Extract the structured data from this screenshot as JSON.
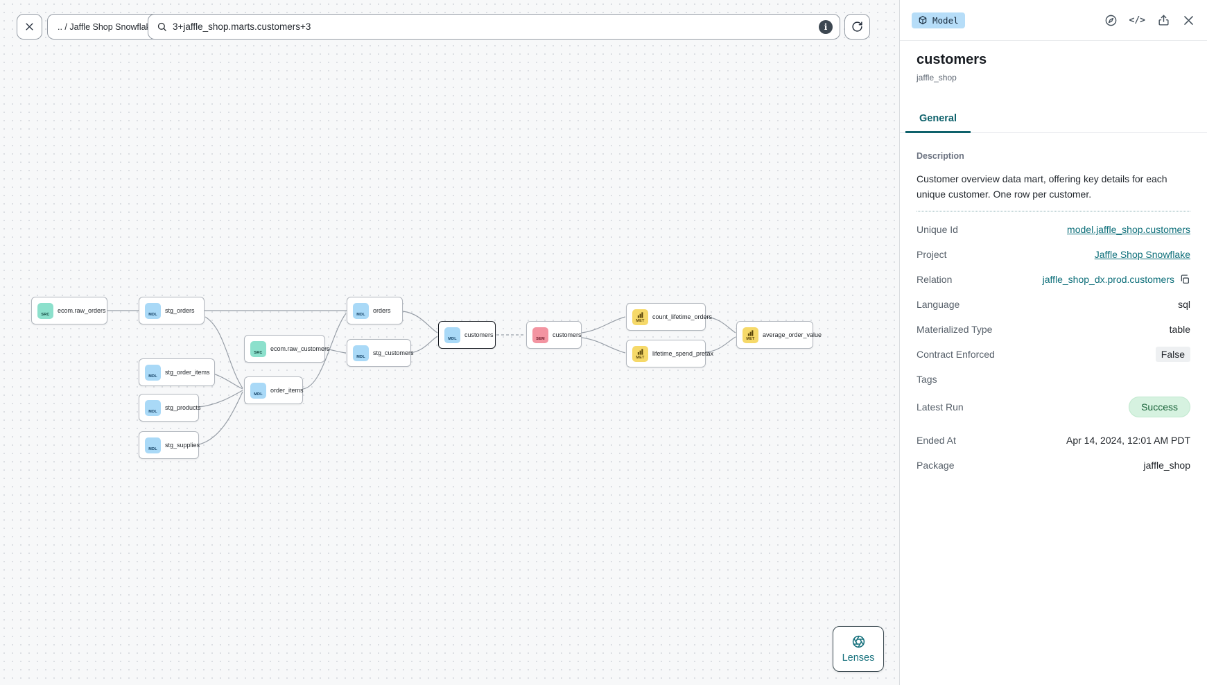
{
  "toolbar": {
    "breadcrumb": ".. / Jaffle Shop Snowflake",
    "search_value": "3+jaffle_shop.marts.customers+3"
  },
  "graph": {
    "nodes": {
      "ecom_raw_orders": {
        "label": "ecom.raw_orders",
        "badge": "SRC"
      },
      "stg_orders": {
        "label": "stg_orders",
        "badge": "MDL"
      },
      "orders": {
        "label": "orders",
        "badge": "MDL"
      },
      "ecom_raw_customers": {
        "label": "ecom.raw_customers",
        "badge": "SRC"
      },
      "stg_customers": {
        "label": "stg_customers",
        "badge": "MDL"
      },
      "customers_model": {
        "label": "customers",
        "badge": "MDL",
        "selected": true
      },
      "customers_sem": {
        "label": "customers",
        "badge": "SEM"
      },
      "stg_order_items": {
        "label": "stg_order_items",
        "badge": "MDL"
      },
      "order_items": {
        "label": "order_items",
        "badge": "MDL"
      },
      "stg_products": {
        "label": "stg_products",
        "badge": "MDL"
      },
      "stg_supplies": {
        "label": "stg_supplies",
        "badge": "MDL"
      },
      "count_lifetime_orders": {
        "label": "count_lifetime_orders",
        "badge": "MET"
      },
      "lifetime_spend_pretax": {
        "label": "lifetime_spend_pretax",
        "badge": "MET"
      },
      "average_order_value": {
        "label": "average_order_value",
        "badge": "MET"
      }
    },
    "edges": [
      "ecom.raw_orders -> stg_orders",
      "stg_orders -> orders",
      "stg_orders -> order_items",
      "stg_order_items -> order_items",
      "stg_products -> order_items",
      "stg_supplies -> order_items",
      "order_items -> orders",
      "ecom.raw_customers -> stg_customers",
      "orders -> customers",
      "stg_customers -> customers",
      "customers -> customers (semantic)",
      "customers (semantic) -> count_lifetime_orders",
      "customers (semantic) -> lifetime_spend_pretax",
      "count_lifetime_orders -> average_order_value",
      "lifetime_spend_pretax -> average_order_value"
    ]
  },
  "lenses": {
    "label": "Lenses"
  },
  "panel": {
    "badge": "Model",
    "title": "customers",
    "subtitle": "jaffle_shop",
    "tab": "General",
    "description_label": "Description",
    "description": "Customer overview data mart, offering key details for each unique customer. One row per customer.",
    "fields": {
      "unique_id": {
        "label": "Unique Id",
        "value": "model.jaffle_shop.customers"
      },
      "project": {
        "label": "Project",
        "value": "Jaffle Shop Snowflake"
      },
      "relation": {
        "label": "Relation",
        "value": "jaffle_shop_dx.prod.customers"
      },
      "language": {
        "label": "Language",
        "value": "sql"
      },
      "materialized": {
        "label": "Materialized Type",
        "value": "table"
      },
      "contract": {
        "label": "Contract Enforced",
        "value": "False"
      },
      "tags": {
        "label": "Tags",
        "value": ""
      },
      "latest_run": {
        "label": "Latest Run",
        "value": "Success"
      },
      "ended_at": {
        "label": "Ended At",
        "value": "Apr 14, 2024, 12:01 AM PDT"
      },
      "package": {
        "label": "Package",
        "value": "jaffle_shop"
      }
    }
  },
  "colors": {
    "accent_teal": "#0e616b",
    "link_teal": "#0c6e79",
    "model_badge_bg": "#b6ddf8",
    "source_icon_bg": "#8ce0cc",
    "model_icon_bg": "#a9d9f7",
    "semantic_icon_bg": "#f394a1",
    "metric_icon_bg": "#f6d969",
    "success_bg": "#d6f2e0",
    "success_text": "#176137"
  }
}
